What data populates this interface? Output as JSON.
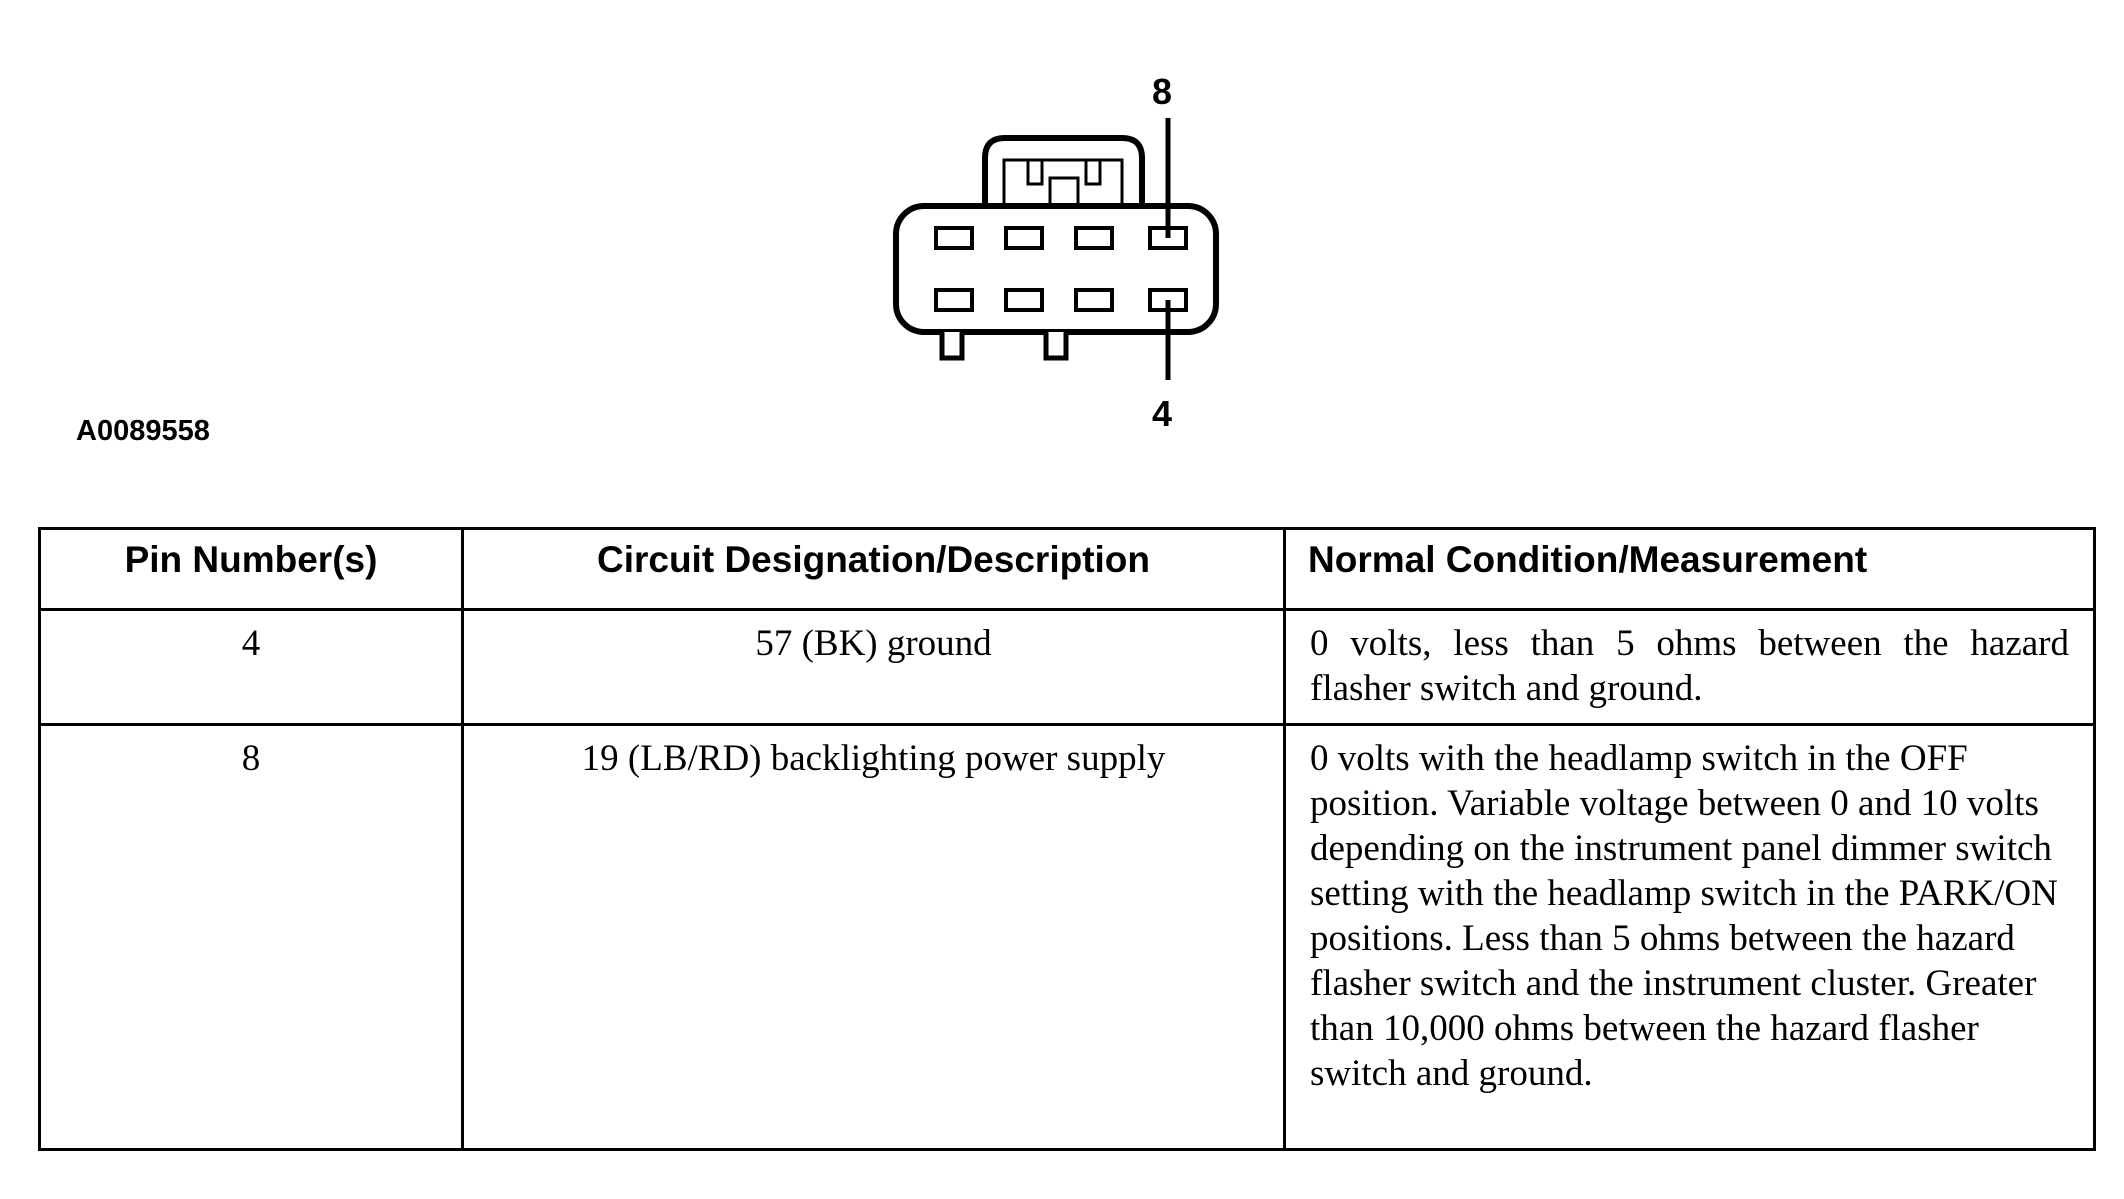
{
  "figure": {
    "pin_top_label": "8",
    "pin_bottom_label": "4",
    "figure_id": "A0089558"
  },
  "table": {
    "headers": [
      "Pin Number(s)",
      "Circuit Designation/Description",
      "Normal Condition/Measurement"
    ],
    "rows": [
      {
        "pin": "4",
        "circuit": "57 (BK) ground",
        "condition": "0 volts, less than 5 ohms between the hazard flasher switch and ground."
      },
      {
        "pin": "8",
        "circuit": "19 (LB/RD) backlighting power supply",
        "condition": "0 volts with the headlamp switch in the OFF position. Variable voltage between 0 and 10 volts depending on the instrument panel dimmer switch setting with the headlamp switch in the PARK/ON positions. Less than 5 ohms between the hazard flasher switch and the instrument cluster. Greater than 10,000 ohms between the hazard flasher switch and ground."
      }
    ]
  }
}
